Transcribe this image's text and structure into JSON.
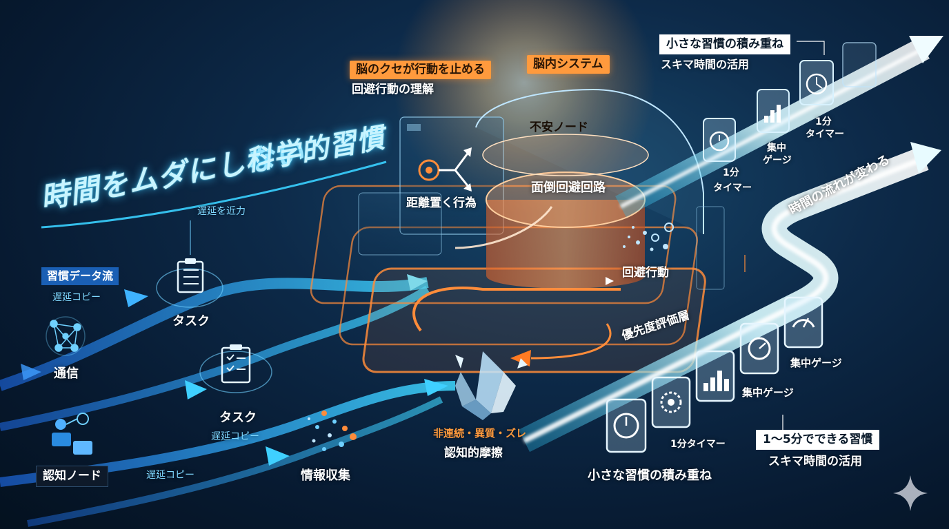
{
  "title": {
    "line1": "時間をムダにしない",
    "line2": "科学的習慣"
  },
  "left_flow": {
    "habit_data_flow": "習慣データ流",
    "delay_copy_1": "遅延コピー",
    "delay_closer": "遅延を近力",
    "communication": "通信",
    "task_1": "タスク",
    "task_2": "タスク",
    "delay_copy_2": "遅延コピー",
    "cognitive_node": "認知ノード",
    "delay_copy_3": "遅延コピー",
    "info_gathering": "情報収集"
  },
  "center": {
    "brain_habit_label": "脳のクセが行動を止める",
    "avoidance_understanding": "回避行動の理解",
    "brain_system": "脳内システム",
    "anxiety_node": "不安ノード",
    "distance_action": "距離置く行為",
    "hassle_avoid_circuit": "面倒回避回路",
    "avoidance_action": "回避行動",
    "priority_layer": "優先度評価層",
    "discontinuity": "非連続・異質・ズレ",
    "cognitive_friction": "認知的摩擦"
  },
  "right_top": {
    "small_habits": "小さな習慣の積み重ね",
    "spare_time_use": "スキマ時間の活用",
    "timer_1min": "1分",
    "timer_label": "タイマー",
    "focus_1": "集中",
    "focus_2": "ゲージ",
    "timer2_num": "1分",
    "timer2_label": "タイマー",
    "flow_changes": "時間の流れが変わる"
  },
  "right_bottom": {
    "focus_gauge_1": "集中ゲージ",
    "focus_gauge_2": "集中ゲージ",
    "timer_1min_label": "1分タイマー",
    "habit_1_5": "1〜5分でできる習慣",
    "spare_time_use": "スキマ時間の活用",
    "small_habits": "小さな習慣の積み重ね"
  },
  "colors": {
    "accent_orange": "#ff9a3d",
    "accent_cyan": "#39c8ff",
    "flow_blue": "#1e6fd9",
    "background": "#0d2a49"
  }
}
